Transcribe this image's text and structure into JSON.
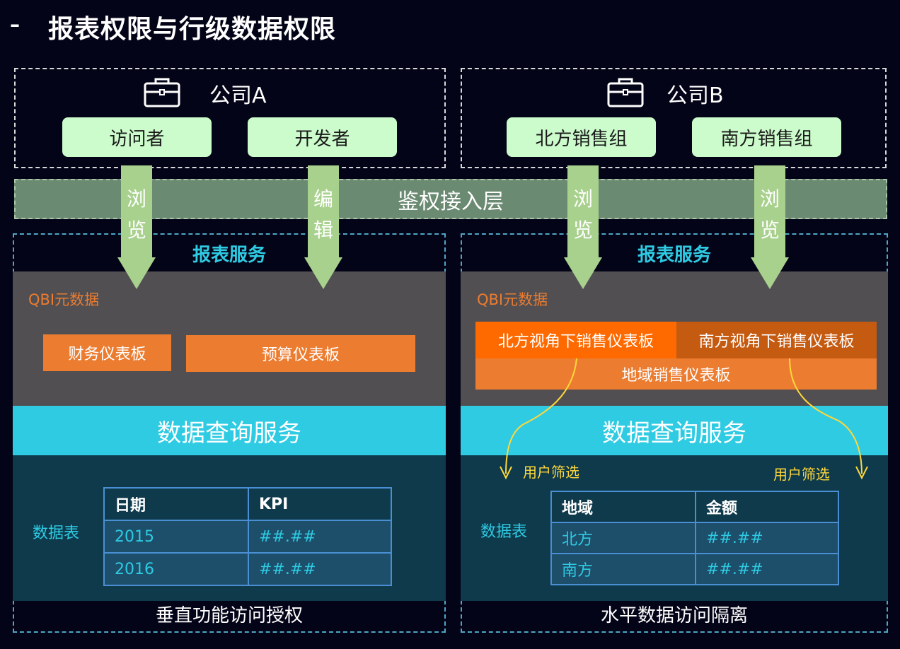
{
  "title": {
    "dash": "–",
    "text": "报表权限与行级数据权限"
  },
  "company_a": {
    "name": "公司A",
    "roles": [
      "访问者",
      "开发者"
    ]
  },
  "company_b": {
    "name": "公司B",
    "roles": [
      "北方销售组",
      "南方销售组"
    ]
  },
  "auth_layer": "鉴权接入层",
  "arrows": [
    "浏览",
    "编辑",
    "浏览",
    "浏览"
  ],
  "left_panel": {
    "service_title": "报表服务",
    "qbi_label": "QBI元数据",
    "dashboards": [
      "财务仪表板",
      "预算仪表板"
    ],
    "query_service": "数据查询服务",
    "table_label": "数据表",
    "table": {
      "headers": [
        "日期",
        "KPI"
      ],
      "rows": [
        [
          "2015",
          "##.##"
        ],
        [
          "2016",
          "##.##"
        ]
      ]
    },
    "footer": "垂直功能访问授权"
  },
  "right_panel": {
    "service_title": "报表服务",
    "qbi_label": "QBI元数据",
    "north_view": "北方视角下销售仪表板",
    "south_view": "南方视角下销售仪表板",
    "region_dashboard": "地域销售仪表板",
    "query_service": "数据查询服务",
    "filter_left": "用户筛选",
    "filter_right": "用户筛选",
    "table_label": "数据表",
    "table": {
      "headers": [
        "地域",
        "金额"
      ],
      "rows": [
        [
          "北方",
          "##.##"
        ],
        [
          "南方",
          "##.##"
        ]
      ]
    },
    "footer": "水平数据访问隔离"
  },
  "colors": {
    "role_bg": "#ccfbcc",
    "arrow": "#a9d18e",
    "orange": "#ec7c30",
    "cyan": "#2ecbe3",
    "filter": "#ffd83a"
  }
}
